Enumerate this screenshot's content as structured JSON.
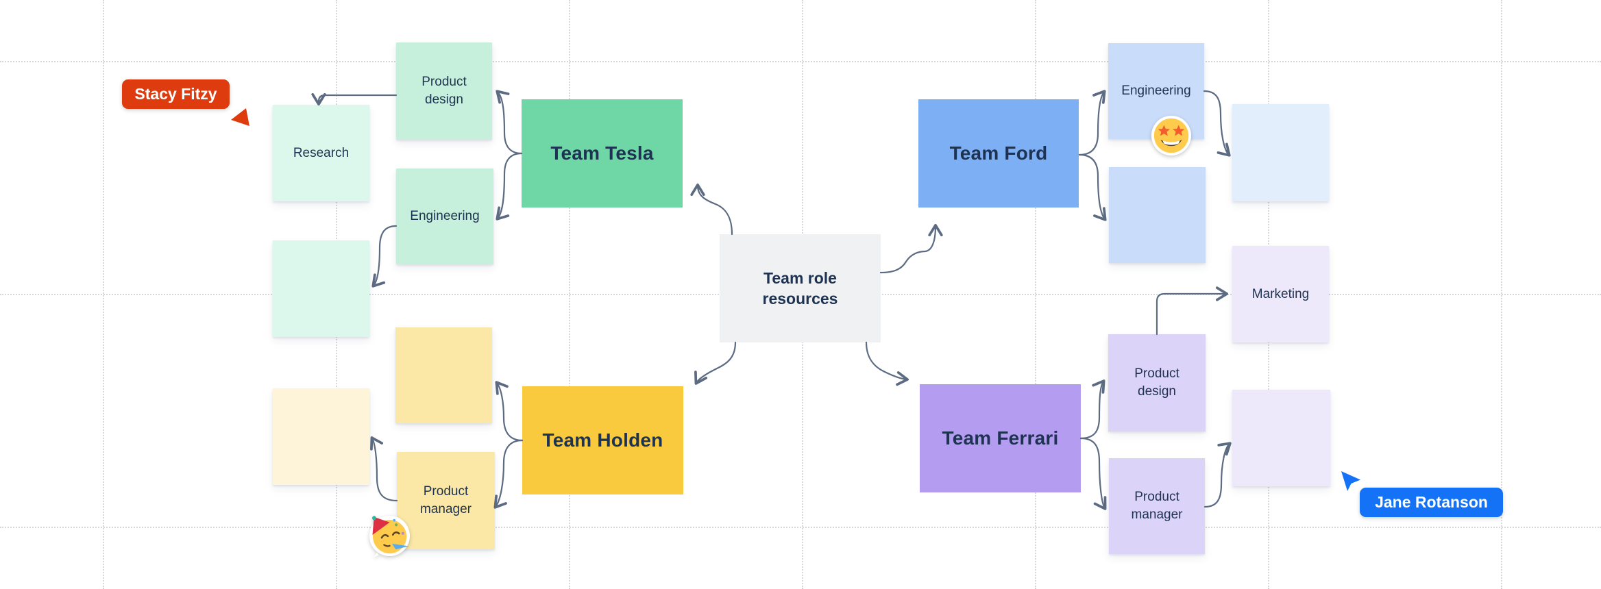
{
  "board": {
    "type": "collaborative-whiteboard-canvas",
    "background": "#FFFFFF",
    "grid_color": "#D5D7DA"
  },
  "palette": {
    "bg": "#FFFFFF",
    "grid": "#D5D7DA",
    "team-green": "#6ED7A5",
    "team-blue": "#7DAFF5",
    "team-yellow": "#F9CA3E",
    "team-purple": "#B49CF1",
    "sticky-mint": "#C7F0DC",
    "sticky-mint-light": "#DCF7EB",
    "sticky-yellow": "#FBE8A6",
    "sticky-yellow-pale": "#FDF4DA",
    "sticky-blue": "#C9DDFA",
    "sticky-blue-light": "#E3EEFC",
    "sticky-purple": "#DCD3F8",
    "sticky-purple-light": "#EDE9FB",
    "center-gray": "#EFF1F3",
    "connector": "#5C6B82",
    "text-navy": "#1E3252",
    "cursor-red": "#DE3C0E",
    "cursor-blue": "#1472F6"
  },
  "center": {
    "label": "Team role resources"
  },
  "teams": [
    {
      "id": "tesla",
      "label": "Team Tesla",
      "color": "#6ED7A5"
    },
    {
      "id": "ford",
      "label": "Team Ford",
      "color": "#7DAFF5"
    },
    {
      "id": "holden",
      "label": "Team Holden",
      "color": "#F9CA3E"
    },
    {
      "id": "ferrari",
      "label": "Team Ferrari",
      "color": "#B49CF1"
    }
  ],
  "stickies": [
    {
      "id": "research",
      "label": "Research",
      "color": "#DCF7EB"
    },
    {
      "id": "blank-mint",
      "label": "",
      "color": "#DCF7EB"
    },
    {
      "id": "pd-tesla",
      "label": "Product design",
      "color": "#C7F0DC"
    },
    {
      "id": "eng-tesla",
      "label": "Engineering",
      "color": "#C7F0DC"
    },
    {
      "id": "blank-pale",
      "label": "",
      "color": "#FDF4DA"
    },
    {
      "id": "blank-yellow",
      "label": "",
      "color": "#FBE8A6"
    },
    {
      "id": "pm-holden",
      "label": "Product manager",
      "color": "#FBE8A6"
    },
    {
      "id": "eng-ford",
      "label": "Engineering",
      "color": "#C9DDFA"
    },
    {
      "id": "blank-ford",
      "label": "",
      "color": "#C9DDFA"
    },
    {
      "id": "blank-ford-light",
      "label": "",
      "color": "#E3EEFC"
    },
    {
      "id": "pd-ferrari",
      "label": "Product design",
      "color": "#DCD3F8"
    },
    {
      "id": "pm-ferrari",
      "label": "Product manager",
      "color": "#DCD3F8"
    },
    {
      "id": "marketing",
      "label": "Marketing",
      "color": "#EDE9FB"
    },
    {
      "id": "blank-lavender",
      "label": "",
      "color": "#EDE9FB"
    }
  ],
  "stickers": [
    {
      "name": "star-struck-emoji",
      "on": "eng-ford"
    },
    {
      "name": "partying-face-emoji",
      "on": "pm-holden"
    }
  ],
  "cursors": [
    {
      "user": "Stacy Fitzy",
      "color": "#DE3C0E"
    },
    {
      "user": "Jane Rotanson",
      "color": "#1472F6"
    }
  ],
  "connectors": [
    [
      "Team role resources",
      "Team Tesla"
    ],
    [
      "Team role resources",
      "Team Ford"
    ],
    [
      "Team role resources",
      "Team Holden"
    ],
    [
      "Team role resources",
      "Team Ferrari"
    ],
    [
      "Team Tesla",
      "Product design"
    ],
    [
      "Team Tesla",
      "Engineering"
    ],
    [
      "Product design (Tesla)",
      "Research"
    ],
    [
      "Engineering (Tesla)",
      "blank-mint"
    ],
    [
      "Team Holden",
      "blank-yellow"
    ],
    [
      "Team Holden",
      "Product manager"
    ],
    [
      "Product manager (Holden)",
      "blank-pale"
    ],
    [
      "Team Ford",
      "Engineering"
    ],
    [
      "Team Ford",
      "blank-ford"
    ],
    [
      "Engineering (Ford)",
      "blank-ford-light"
    ],
    [
      "Team Ferrari",
      "Product design"
    ],
    [
      "Team Ferrari",
      "Product manager"
    ],
    [
      "Product design (Ferrari)",
      "Marketing"
    ],
    [
      "Product manager (Ferrari)",
      "blank-lavender"
    ]
  ]
}
